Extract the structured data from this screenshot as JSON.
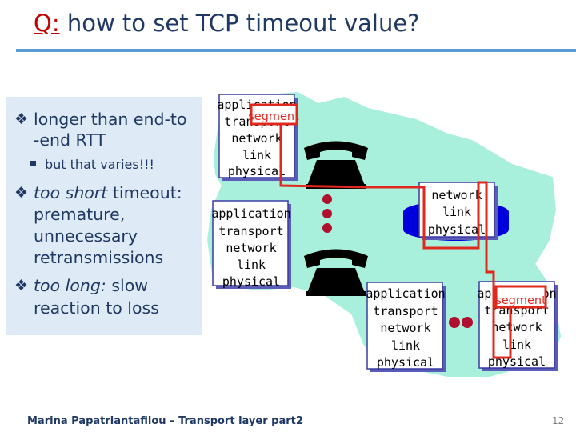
{
  "title": {
    "prefix": "Q:",
    "text": "how to set TCP timeout value?"
  },
  "bullets": {
    "b1_line1": "longer than end-to",
    "b1_line2": "-end RTT",
    "sub": "but that varies!!!",
    "b2_em": "too short",
    "b2_rest": " timeout:",
    "b2_line2": "premature,",
    "b2_line3": "unnecessary",
    "b2_line4": "retransmissions",
    "b3_em": "too long:",
    "b3_rest": " slow",
    "b3_line2": "reaction to loss"
  },
  "stacks": {
    "host_a": {
      "l1": "application",
      "l2": "transport",
      "l3": "network",
      "l4": "link",
      "l5": "physical"
    },
    "host_b": {
      "l1": "application",
      "l2": "transport",
      "l3": "network",
      "l4": "link",
      "l5": "physical"
    },
    "router": {
      "l1": "network",
      "l2": "link",
      "l3": "physical"
    },
    "host_c": {
      "l1": "application",
      "l2": "transport",
      "l3": "network",
      "l4": "link",
      "l5": "physical"
    },
    "host_d": {
      "l1": "application",
      "l2": "transport",
      "l3": "network",
      "l4": "link",
      "l5": "physical"
    }
  },
  "segment_label": "segment",
  "footer": "Marina Papatriantafilou –  Transport layer part2",
  "page_number": "12",
  "colors": {
    "title": "#1F3864",
    "accent": "#C00000",
    "rule": "#5B9BD5",
    "cloud": "#A8F0DC",
    "panel": "#DEEBF6",
    "router": "#0000DD",
    "path": "#E0281E"
  }
}
